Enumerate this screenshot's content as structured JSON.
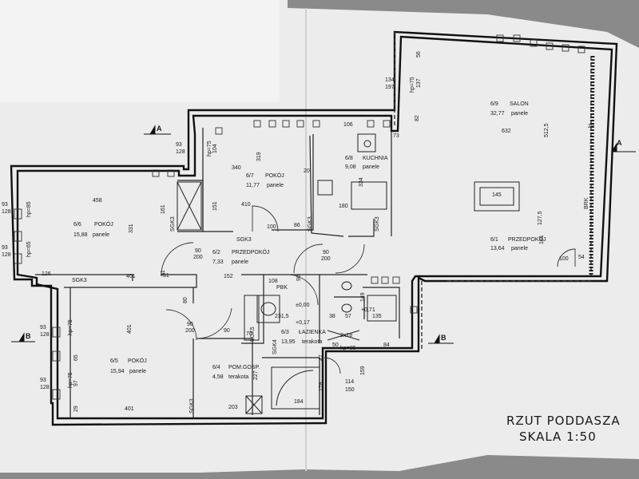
{
  "title_block": {
    "line1": "RZUT PODDASZA",
    "line2": "SKALA 1:50"
  },
  "sections": {
    "a": "A",
    "b": "B"
  },
  "rooms": [
    {
      "id": "6/6",
      "name": "POKÓJ",
      "area": "15,88",
      "floor": "panele"
    },
    {
      "id": "6/7",
      "name": "POKÓJ",
      "area": "11,77",
      "floor": "panele"
    },
    {
      "id": "6/8",
      "name": "KUCHNIA",
      "area": "9,08",
      "floor": "panele"
    },
    {
      "id": "6/9",
      "name": "SALON",
      "area": "32,77",
      "floor": "panele"
    },
    {
      "id": "6/2",
      "name": "PRZEDPOKÓJ",
      "area": "7,33",
      "floor": "panele"
    },
    {
      "id": "6/1",
      "name": "PRZEDPOKÓJ",
      "area": "13,64",
      "floor": "panele"
    },
    {
      "id": "6/3",
      "name": "ŁAZIENKA",
      "area": "13,95",
      "floor": "terakota"
    },
    {
      "id": "6/4",
      "name": "POM.GOSP.",
      "area": "4,58",
      "floor": "terakota"
    },
    {
      "id": "6/5",
      "name": "POKÓJ",
      "area": "15,94",
      "floor": "panele"
    }
  ],
  "dims": {
    "d458": "458",
    "d331": "331",
    "d401": "401",
    "d126": "126",
    "d51": "51",
    "d340": "340",
    "d319": "319",
    "d104": "104",
    "d410": "410",
    "d151": "151",
    "d106": "106",
    "d73": "73",
    "d180": "180",
    "d20": "20",
    "d334": "334",
    "d632": "632",
    "d5125": "512,5",
    "d82": "82",
    "d56": "56",
    "d1275": "127,5",
    "d145": "145",
    "d161": "161",
    "d152": "152",
    "d108": "108",
    "d2315": "231,5",
    "d000": "±0,00",
    "d017": "+0,17",
    "d071": "+0,71",
    "d135": "135",
    "d84": "84",
    "d114": "114",
    "d150": "150",
    "d184": "184",
    "d203": "203",
    "d227": "227",
    "d9200a": "90\n200",
    "d93": "93",
    "d128": "128",
    "d134": "134",
    "d197": "197",
    "d137": "137",
    "d181": "181",
    "d54": "54",
    "d29": "29",
    "d65": "65",
    "d97": "97",
    "d159": "159",
    "d178": "178",
    "d86": "86",
    "d38": "38",
    "d57": "57",
    "d149": "149",
    "d47": "47",
    "d50": "50",
    "d51b": "51"
  },
  "codes": {
    "sgk3": "SGK3",
    "sgk4": "SGK4",
    "sgk5": "SGK5",
    "pbk": "PBK",
    "brk": "BRK",
    "hp75": "hp=75",
    "hp85": "hp=85",
    "hp65": "hp=65",
    "d2x18": "2x18"
  },
  "doors": {
    "d90_200": "90",
    "d200": "200",
    "d80": "80",
    "d100": "100",
    "d70": "70"
  }
}
